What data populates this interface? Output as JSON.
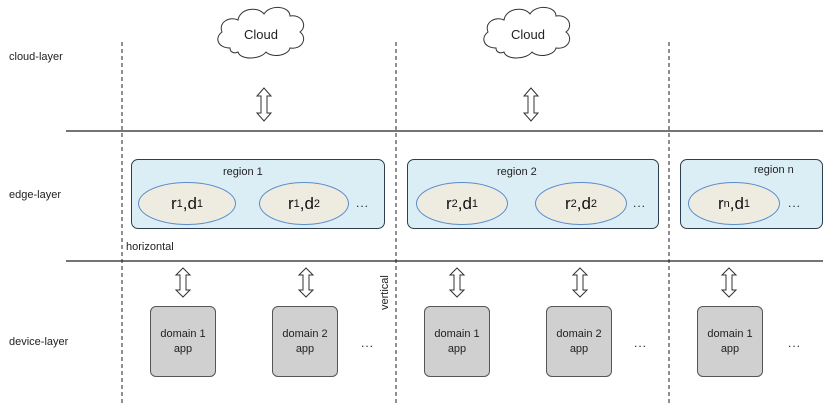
{
  "layers": {
    "cloud": "cloud-layer",
    "edge": "edge-layer",
    "device": "device-layer"
  },
  "clouds": [
    "Cloud",
    "Cloud"
  ],
  "regions": [
    {
      "title": "region 1",
      "nodes": [
        {
          "r": "1",
          "d": "1"
        },
        {
          "r": "1",
          "d": "2"
        }
      ],
      "ellipsis": "..."
    },
    {
      "title": "region 2",
      "nodes": [
        {
          "r": "2",
          "d": "1"
        },
        {
          "r": "2",
          "d": "2"
        }
      ],
      "ellipsis": "..."
    },
    {
      "title": "region n",
      "nodes": [
        {
          "r": "n",
          "d": "1"
        }
      ],
      "ellipsis": "..."
    }
  ],
  "apps": [
    {
      "line1": "domain 1",
      "line2": "app"
    },
    {
      "line1": "domain 2",
      "line2": "app"
    },
    {
      "line1": "domain 1",
      "line2": "app"
    },
    {
      "line1": "domain 2",
      "line2": "app"
    },
    {
      "line1": "domain 1",
      "line2": "app"
    }
  ],
  "device_ellipsis": [
    "...",
    "...",
    "..."
  ],
  "labels": {
    "horizontal": "horizontal",
    "vertical": "vertical"
  }
}
